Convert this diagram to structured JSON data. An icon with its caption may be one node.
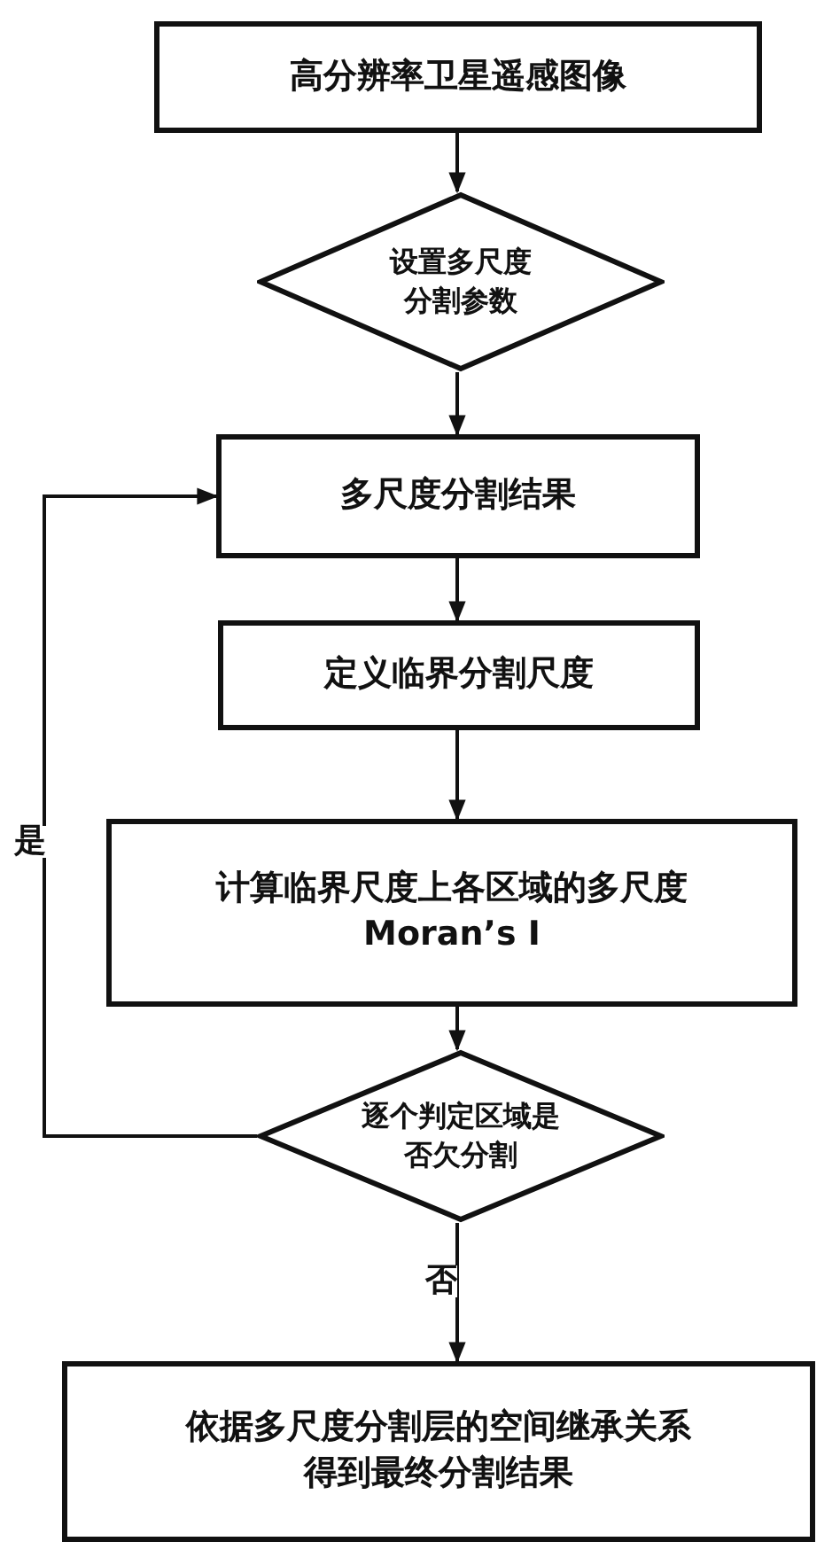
{
  "diagram": {
    "nodes": [
      {
        "text": [
          "高分辨率卫星遥感图像"
        ]
      },
      {
        "text": [
          "设置多尺度分割参数"
        ]
      },
      {
        "text": [
          "多尺度分割结果"
        ]
      },
      {
        "text": [
          "定义临界分割尺度"
        ]
      },
      {
        "text": [
          "计算临界尺度上各区域的多尺度 Moran’s I"
        ]
      },
      {
        "text": [
          "逐个判定区域是否欠分割"
        ]
      },
      {
        "text": [
          "依据多尺度分割层的空间继承关系得到最终分割结果"
        ]
      }
    ],
    "edges": [
      {
        "from": 0,
        "to": 1,
        "arrow": "to"
      },
      {
        "from": 1,
        "to": 2,
        "arrow": "to"
      },
      {
        "from": 2,
        "to": 3,
        "arrow": "to"
      },
      {
        "from": 3,
        "to": 4,
        "arrow": "to"
      },
      {
        "from": 4,
        "to": 5,
        "arrow": "to"
      },
      {
        "from": 5,
        "to": 2,
        "arrow": "to",
        "label": "是"
      },
      {
        "from": 5,
        "to": 6,
        "arrow": "to",
        "label": "否"
      }
    ]
  }
}
